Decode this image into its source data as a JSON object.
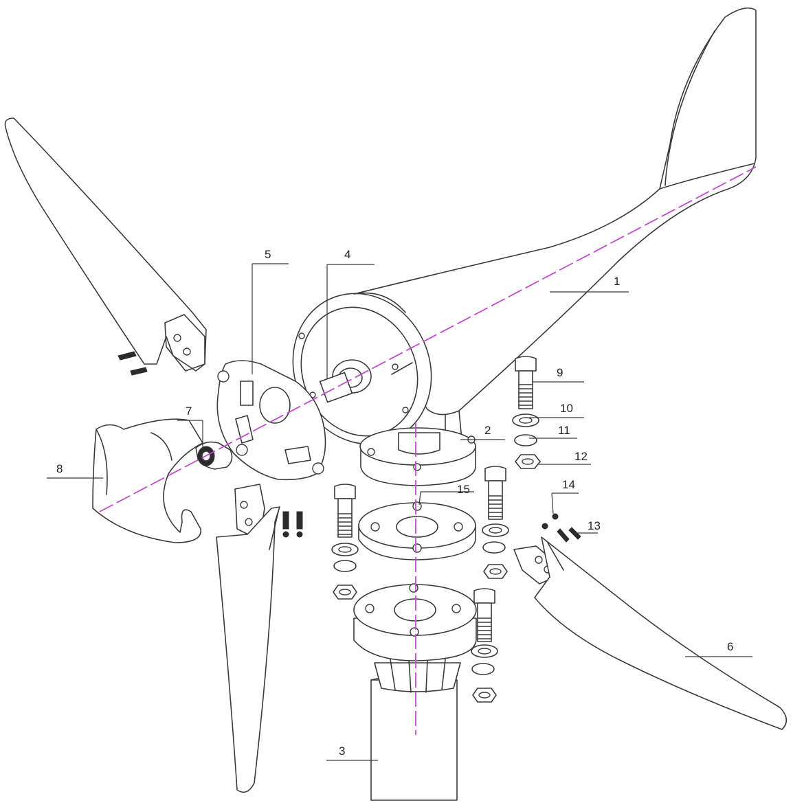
{
  "colors": {
    "line": "#3a3a3a",
    "axis": "#c04ad0",
    "background": "#ffffff"
  },
  "part_numbers": {
    "n1": "1",
    "n2": "2",
    "n3": "3",
    "n4": "4",
    "n5": "5",
    "n6": "6",
    "n7": "7",
    "n8": "8",
    "n9": "9",
    "n10": "10",
    "n11": "11",
    "n12": "12",
    "n13": "13",
    "n14": "14",
    "n15": "15"
  }
}
